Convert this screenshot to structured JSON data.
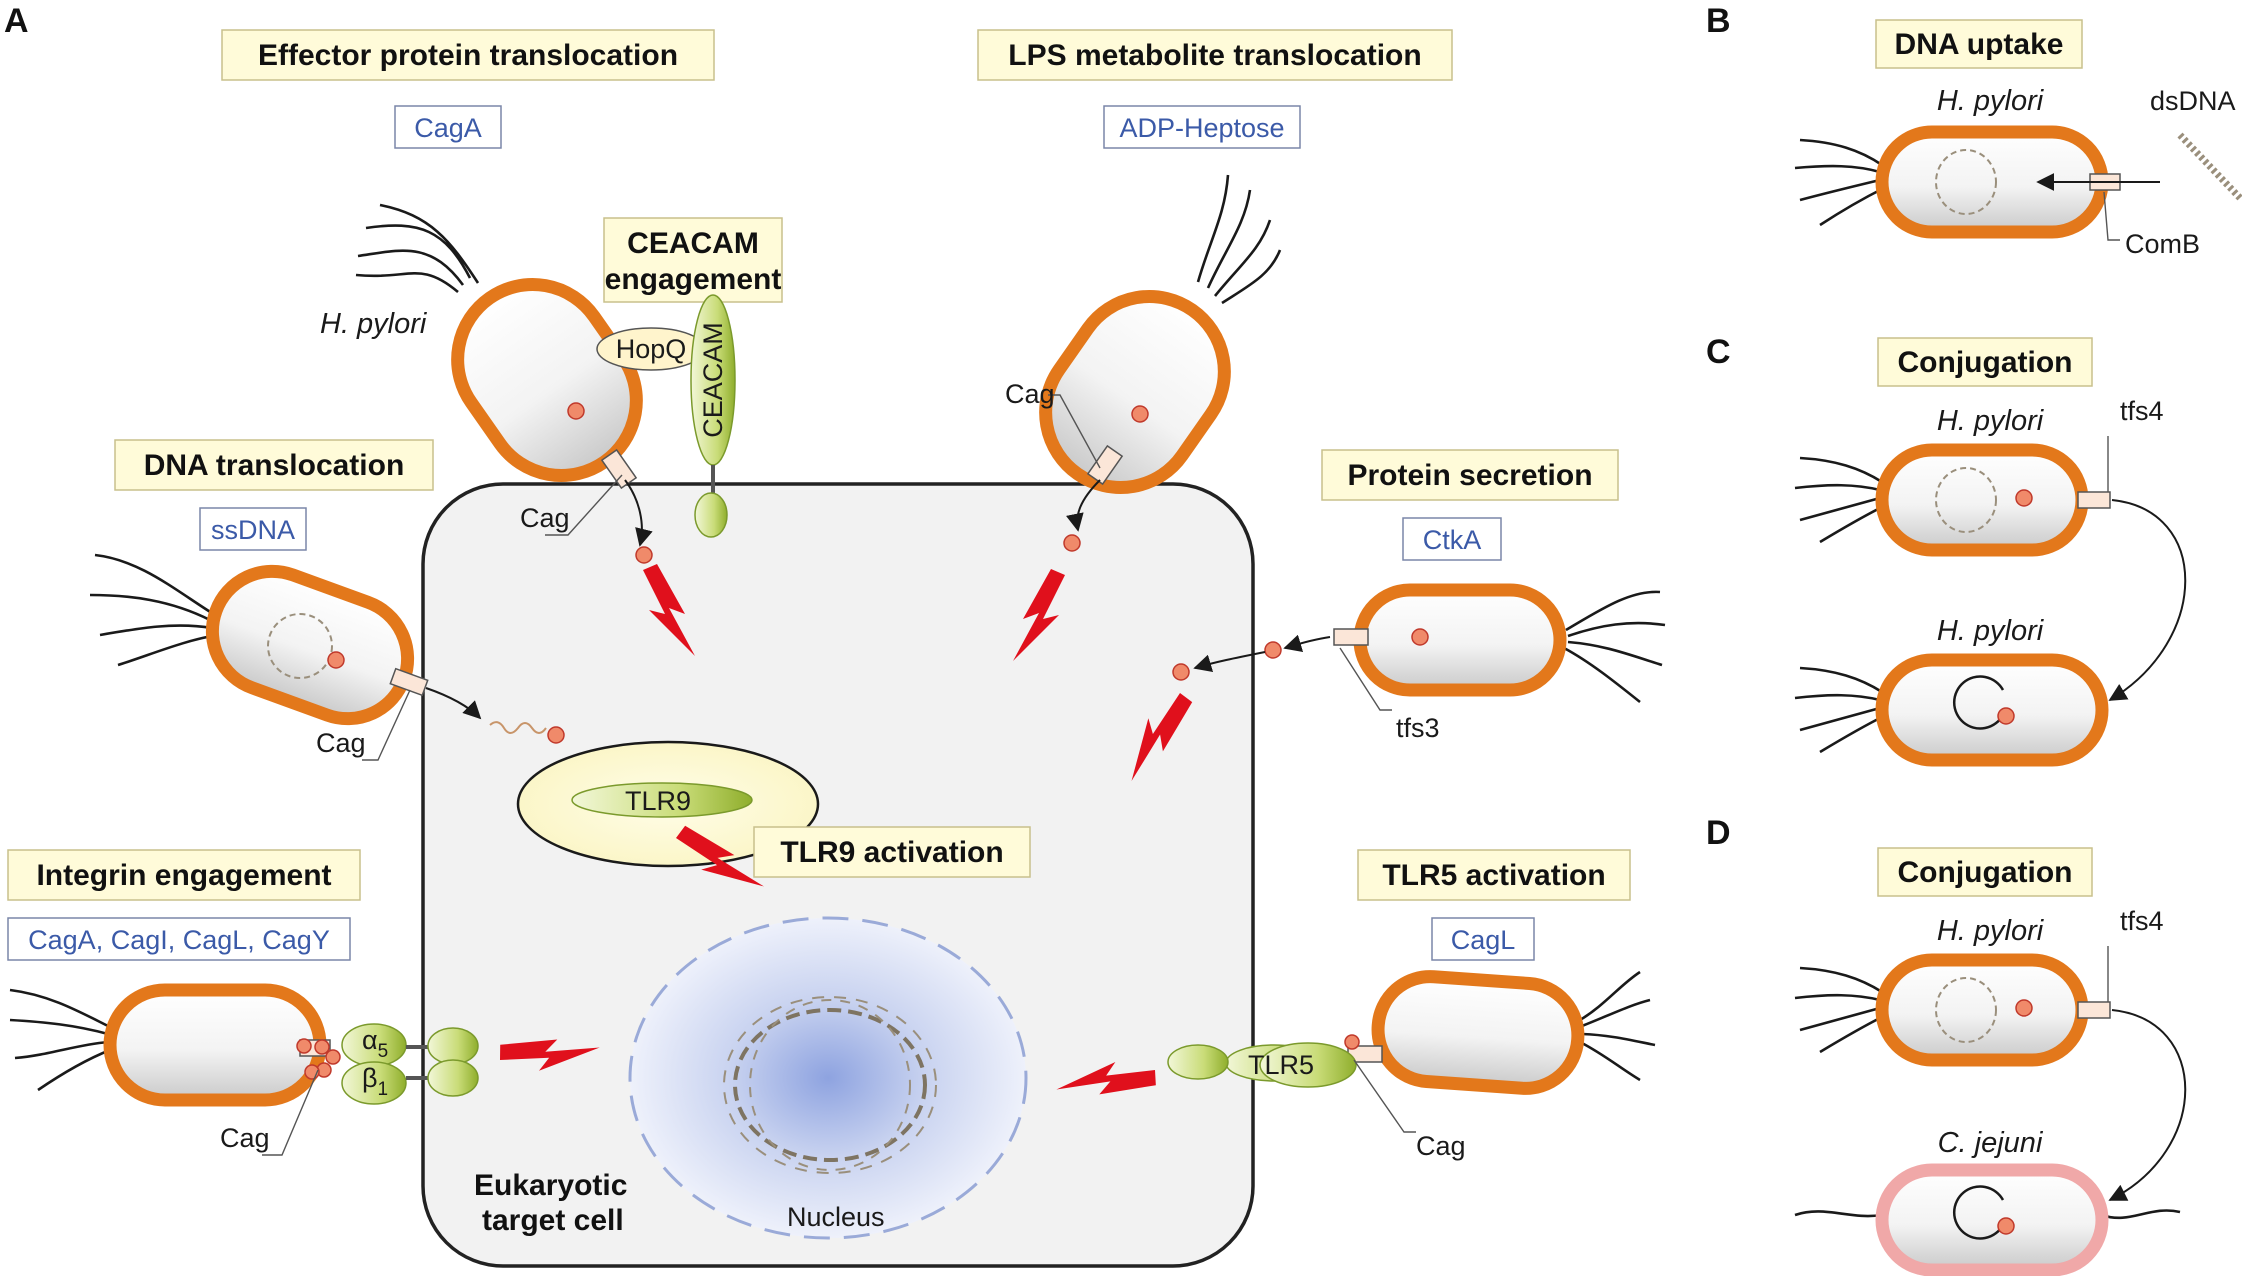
{
  "panels": {
    "a": "A",
    "b": "B",
    "c": "C",
    "d": "D"
  },
  "boxes": {
    "effector": "Effector protein translocation",
    "lps": "LPS metabolite translocation",
    "ceacam_1": "CEACAM",
    "ceacam_2": "engagement",
    "dna_translocation": "DNA translocation",
    "protein_secretion": "Protein secretion",
    "tlr9_activation": "TLR9 activation",
    "integrin": "Integrin engagement",
    "tlr5_activation": "TLR5 activation",
    "dna_uptake": "DNA uptake",
    "conjugation_c": "Conjugation",
    "conjugation_d": "Conjugation"
  },
  "substrates": {
    "caga": "CagA",
    "adp_heptose": "ADP-Heptose",
    "ssdna": "ssDNA",
    "ctka": "CtkA",
    "integrin_ligands": "CagA, CagI, CagL, CagY",
    "cagl": "CagL"
  },
  "labels": {
    "hpylori_a": "H. pylori",
    "hopq": "HopQ",
    "ceacam": "CEACAM",
    "cag_effector": "Cag",
    "cag_lps": "Cag",
    "cag_dna": "Cag",
    "cag_integrin": "Cag",
    "cag_tlr5": "Cag",
    "tfs3": "tfs3",
    "tlr9": "TLR9",
    "tlr5": "TLR5",
    "alpha5": "α",
    "alpha5_sub": "5",
    "beta1": "β",
    "beta1_sub": "1",
    "nucleus": "Nucleus",
    "cell_1": "Eukaryotic",
    "cell_2": "target cell",
    "hpylori_b": "H. pylori",
    "dsdna": "dsDNA",
    "comb": "ComB",
    "hpylori_c1": "H. pylori",
    "hpylori_c2": "H. pylori",
    "tfs4_c": "tfs4",
    "hpylori_d": "H. pylori",
    "cjejuni": "C. jejuni",
    "tfs4_d": "tfs4"
  },
  "colors": {
    "bacterium_wall": "#e3781b",
    "cjejuni_wall": "#f0a8a8",
    "signal_bolt": "#e0101c",
    "substrate_text": "#3b5aa8",
    "title_box": "#fffbd9",
    "receptor_green": "#a6c43c",
    "nucleus_blue": "#8ea3e0"
  }
}
